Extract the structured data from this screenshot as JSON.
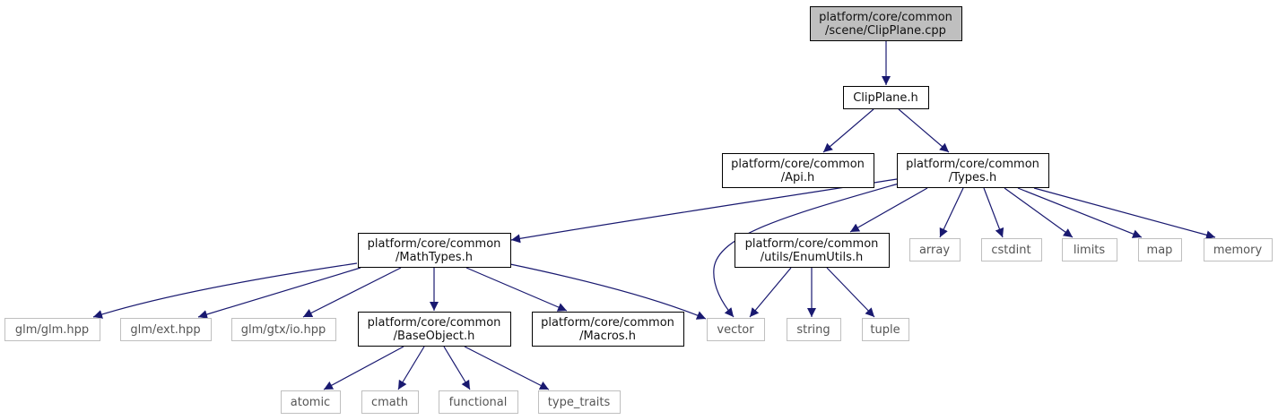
{
  "diagram": {
    "nodes": [
      {
        "id": "clipplane_cpp",
        "lines": [
          "platform/core/common",
          "/scene/ClipPlane.cpp"
        ],
        "kind": "root"
      },
      {
        "id": "clipplane_h",
        "lines": [
          "ClipPlane.h"
        ],
        "kind": "project"
      },
      {
        "id": "api_h",
        "lines": [
          "platform/core/common",
          "/Api.h"
        ],
        "kind": "project"
      },
      {
        "id": "types_h",
        "lines": [
          "platform/core/common",
          "/Types.h"
        ],
        "kind": "project"
      },
      {
        "id": "mathtypes_h",
        "lines": [
          "platform/core/common",
          "/MathTypes.h"
        ],
        "kind": "project"
      },
      {
        "id": "enumutils_h",
        "lines": [
          "platform/core/common",
          "/utils/EnumUtils.h"
        ],
        "kind": "project"
      },
      {
        "id": "array",
        "lines": [
          "array"
        ],
        "kind": "system"
      },
      {
        "id": "cstdint",
        "lines": [
          "cstdint"
        ],
        "kind": "system"
      },
      {
        "id": "limits",
        "lines": [
          "limits"
        ],
        "kind": "system"
      },
      {
        "id": "map",
        "lines": [
          "map"
        ],
        "kind": "system"
      },
      {
        "id": "memory",
        "lines": [
          "memory"
        ],
        "kind": "system"
      },
      {
        "id": "glm_hpp",
        "lines": [
          "glm/glm.hpp"
        ],
        "kind": "system"
      },
      {
        "id": "ext_hpp",
        "lines": [
          "glm/ext.hpp"
        ],
        "kind": "system"
      },
      {
        "id": "io_hpp",
        "lines": [
          "glm/gtx/io.hpp"
        ],
        "kind": "system"
      },
      {
        "id": "baseobject_h",
        "lines": [
          "platform/core/common",
          "/BaseObject.h"
        ],
        "kind": "project"
      },
      {
        "id": "macros_h",
        "lines": [
          "platform/core/common",
          "/Macros.h"
        ],
        "kind": "project"
      },
      {
        "id": "vector",
        "lines": [
          "vector"
        ],
        "kind": "system"
      },
      {
        "id": "string",
        "lines": [
          "string"
        ],
        "kind": "system"
      },
      {
        "id": "tuple",
        "lines": [
          "tuple"
        ],
        "kind": "system"
      },
      {
        "id": "atomic",
        "lines": [
          "atomic"
        ],
        "kind": "system"
      },
      {
        "id": "cmath",
        "lines": [
          "cmath"
        ],
        "kind": "system"
      },
      {
        "id": "functional",
        "lines": [
          "functional"
        ],
        "kind": "system"
      },
      {
        "id": "type_traits",
        "lines": [
          "type_traits"
        ],
        "kind": "system"
      }
    ],
    "edges": [
      {
        "from": "clipplane_cpp",
        "to": "clipplane_h"
      },
      {
        "from": "clipplane_h",
        "to": "api_h"
      },
      {
        "from": "clipplane_h",
        "to": "types_h"
      },
      {
        "from": "types_h",
        "to": "mathtypes_h"
      },
      {
        "from": "types_h",
        "to": "vector"
      },
      {
        "from": "types_h",
        "to": "enumutils_h"
      },
      {
        "from": "types_h",
        "to": "array"
      },
      {
        "from": "types_h",
        "to": "cstdint"
      },
      {
        "from": "types_h",
        "to": "limits"
      },
      {
        "from": "types_h",
        "to": "map"
      },
      {
        "from": "types_h",
        "to": "memory"
      },
      {
        "from": "mathtypes_h",
        "to": "glm_hpp"
      },
      {
        "from": "mathtypes_h",
        "to": "ext_hpp"
      },
      {
        "from": "mathtypes_h",
        "to": "io_hpp"
      },
      {
        "from": "mathtypes_h",
        "to": "baseobject_h"
      },
      {
        "from": "mathtypes_h",
        "to": "macros_h"
      },
      {
        "from": "mathtypes_h",
        "to": "vector"
      },
      {
        "from": "enumutils_h",
        "to": "vector"
      },
      {
        "from": "enumutils_h",
        "to": "string"
      },
      {
        "from": "enumutils_h",
        "to": "tuple"
      },
      {
        "from": "baseobject_h",
        "to": "atomic"
      },
      {
        "from": "baseobject_h",
        "to": "cmath"
      },
      {
        "from": "baseobject_h",
        "to": "functional"
      },
      {
        "from": "baseobject_h",
        "to": "type_traits"
      }
    ],
    "colors": {
      "root_fill": "#bfbfbf",
      "project_border": "#000000",
      "system_border": "#bfbfbf",
      "edge": "#191970"
    }
  }
}
